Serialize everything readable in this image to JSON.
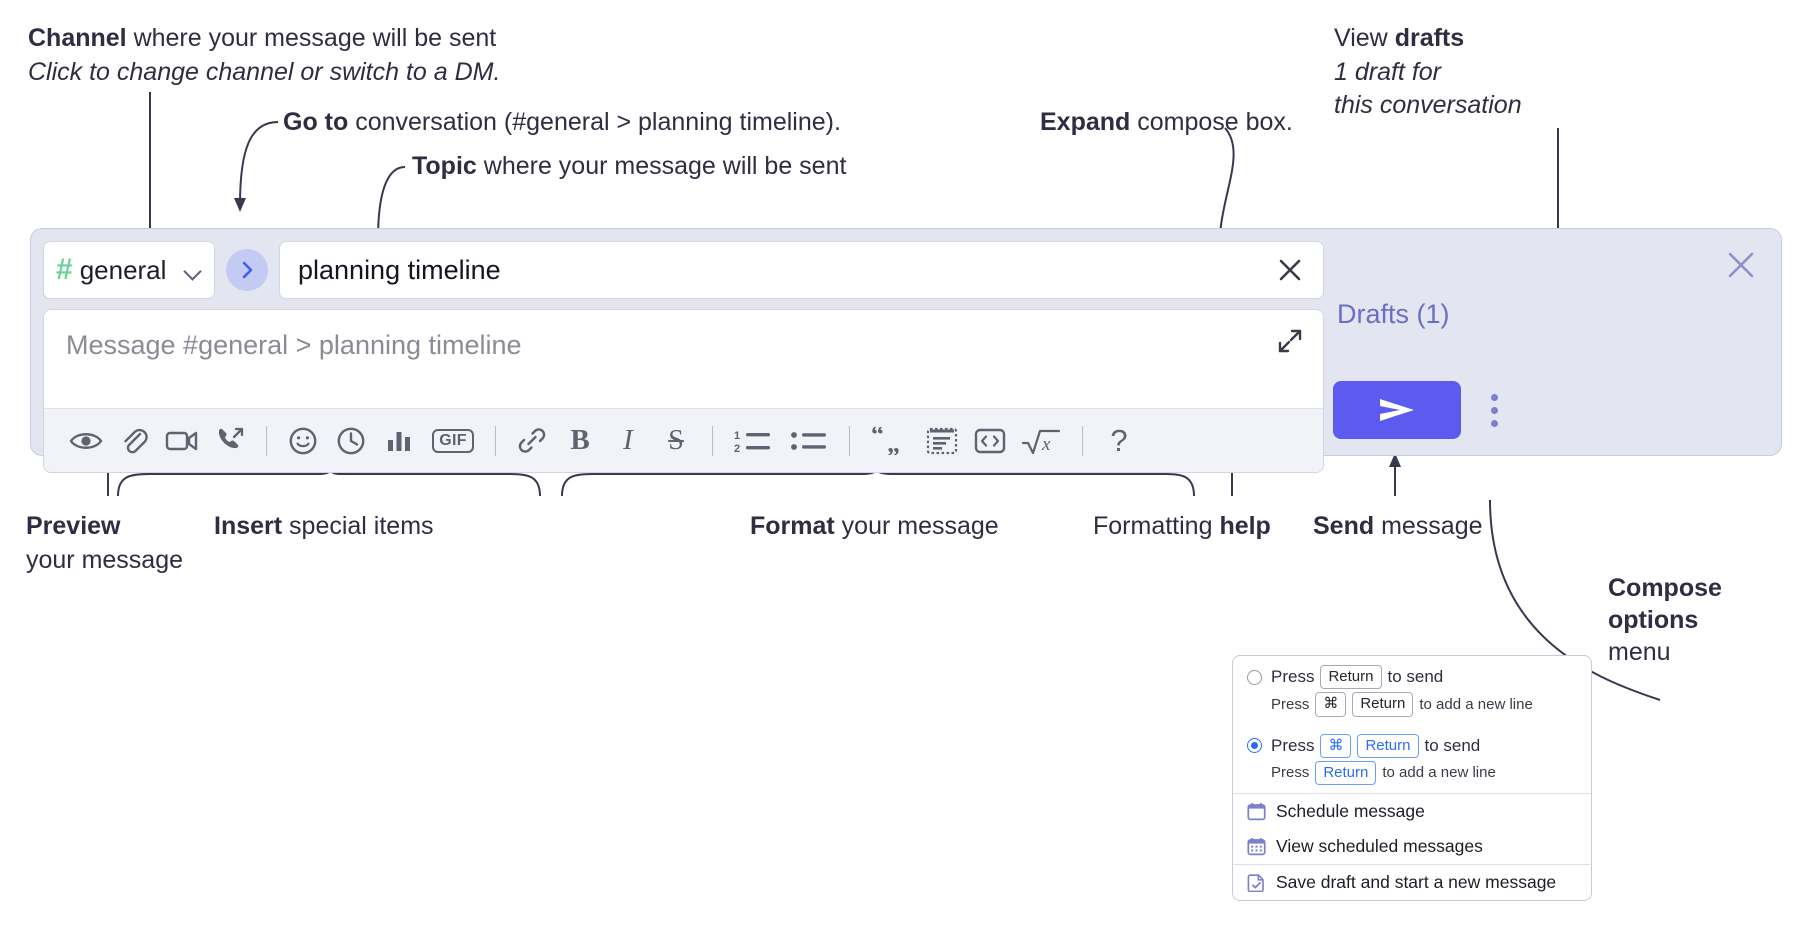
{
  "annotations": {
    "channel_title_bold": "Channel",
    "channel_title_rest": " where your message will be sent",
    "channel_sub": "Click to change channel or switch to a DM.",
    "goto_bold": "Go to",
    "goto_rest": " conversation (#general > planning timeline).",
    "topic_bold": "Topic",
    "topic_rest": " where your message will be sent",
    "expand_bold": "Expand",
    "expand_rest": " compose box.",
    "drafts_line1_plain": "View ",
    "drafts_line1_bold": "drafts",
    "drafts_line2": "1 draft for",
    "drafts_line3": "this conversation",
    "preview_bold": "Preview",
    "preview_line2": "your message",
    "insert_bold": "Insert",
    "insert_rest": " special items",
    "format_bold": "Format",
    "format_rest": " your message",
    "help_plain": "Formatting ",
    "help_bold": "help",
    "send_bold": "Send",
    "send_rest": " message",
    "compose_options_bold_1": "Compose",
    "compose_options_bold_2": "options",
    "compose_options_plain": "menu"
  },
  "compose": {
    "channel": {
      "hash_icon": "hash-icon",
      "name": "general",
      "chevron_icon": "chevron-down-icon"
    },
    "goto_icon": "chevron-right-icon",
    "topic": {
      "value": "planning timeline",
      "clear_icon": "close-icon"
    },
    "message": {
      "placeholder": "Message #general > planning timeline",
      "expand_icon": "expand-icon"
    },
    "toolbar": [
      {
        "name": "preview-icon",
        "label": "Preview"
      },
      {
        "name": "attachment-icon",
        "label": "Attach file"
      },
      {
        "name": "video-icon",
        "label": "Video clip"
      },
      {
        "name": "audio-call-icon",
        "label": "Audio clip"
      },
      {
        "name": "separator",
        "label": ""
      },
      {
        "name": "emoji-icon",
        "label": "Emoji"
      },
      {
        "name": "clock-icon",
        "label": "Reminder"
      },
      {
        "name": "poll-icon",
        "label": "Poll"
      },
      {
        "name": "gif-icon",
        "label": "GIF"
      },
      {
        "name": "separator",
        "label": ""
      },
      {
        "name": "link-icon",
        "label": "Link"
      },
      {
        "name": "bold-icon",
        "label": "B"
      },
      {
        "name": "italic-icon",
        "label": "I"
      },
      {
        "name": "strikethrough-icon",
        "label": "S"
      },
      {
        "name": "separator",
        "label": ""
      },
      {
        "name": "ordered-list-icon",
        "label": "Ordered list"
      },
      {
        "name": "bulleted-list-icon",
        "label": "Bulleted list"
      },
      {
        "name": "separator",
        "label": ""
      },
      {
        "name": "blockquote-icon",
        "label": "Blockquote"
      },
      {
        "name": "code-block-icon",
        "label": "Code block"
      },
      {
        "name": "inline-code-icon",
        "label": "Code"
      },
      {
        "name": "math-icon",
        "label": "Math"
      },
      {
        "name": "separator",
        "label": ""
      },
      {
        "name": "help-icon",
        "label": "?"
      }
    ],
    "drafts_label": "Drafts (1)",
    "close_icon": "close-icon",
    "send_icon": "send-icon",
    "kebab_icon": "more-options-icon"
  },
  "options_menu": {
    "option1": {
      "selected": false,
      "pre": "Press",
      "key": "Return",
      "post": "to send",
      "sub_pre": "Press",
      "sub_key1": "⌘",
      "sub_key2": "Return",
      "sub_post": "to add a new line"
    },
    "option2": {
      "selected": true,
      "pre": "Press",
      "key1": "⌘",
      "key2": "Return",
      "post": "to send",
      "sub_pre": "Press",
      "sub_key": "Return",
      "sub_post": "to add a new line"
    },
    "items": [
      {
        "icon": "calendar-icon",
        "label": "Schedule message"
      },
      {
        "icon": "calendar-grid-icon",
        "label": "View scheduled messages"
      },
      {
        "icon": "save-draft-icon",
        "label": "Save draft and start a new message"
      }
    ]
  },
  "colors": {
    "panel_bg": "#e3e5f1",
    "accent_blue": "#5b5bf0",
    "hash_green": "#6fd19a",
    "drafts_purple": "#6a6fc4",
    "key_blue": "#2a6df4",
    "text_dark": "#2f2d42"
  }
}
